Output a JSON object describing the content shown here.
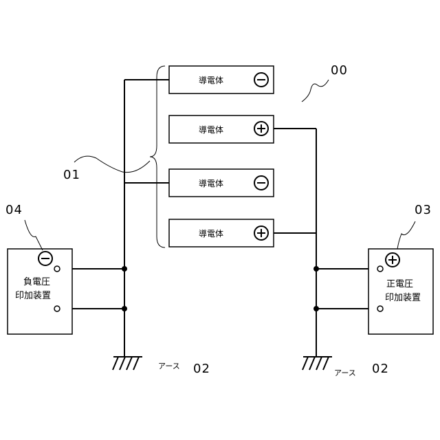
{
  "conductors": [
    {
      "label": "導電体",
      "polarity": "−"
    },
    {
      "label": "導電体",
      "polarity": "+"
    },
    {
      "label": "導電体",
      "polarity": "−"
    },
    {
      "label": "導電体",
      "polarity": "+"
    }
  ],
  "negative_supply": {
    "line1": "負電圧",
    "line2": "印加装置",
    "polarity": "−"
  },
  "positive_supply": {
    "line1": "正電圧",
    "line2": "印加装置",
    "polarity": "+"
  },
  "earth": {
    "label": "アース"
  },
  "refs": {
    "device": "00",
    "conductor_group": "01",
    "earth_left": "02",
    "earth_right": "02",
    "positive_supply": "03",
    "negative_supply": "04"
  }
}
